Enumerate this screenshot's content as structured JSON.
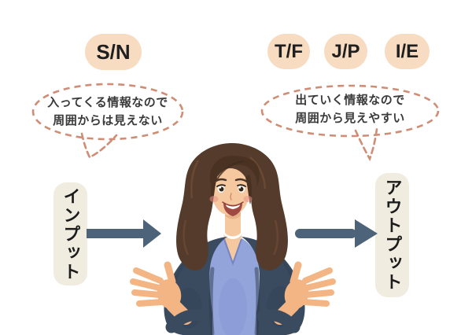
{
  "theme": {
    "background": "#ffffff",
    "badge_bg": "#f8dcc2",
    "badge_text": "#1f1f1f",
    "bubble_border": "#cf8d75",
    "bubble_text": "#3a3a3a",
    "label_bg": "#f0ecdf",
    "label_text": "#1c1c1c",
    "arrow": "#4c6379"
  },
  "badges": {
    "input": [
      {
        "label": "S/N"
      }
    ],
    "output": [
      {
        "label": "T/F"
      },
      {
        "label": "J/P"
      },
      {
        "label": "I/E"
      }
    ]
  },
  "bubbles": {
    "left": {
      "line1": "入ってくる情報なので",
      "line2": "周囲からは見えない"
    },
    "right": {
      "line1": "出ていく情報なので",
      "line2": "周囲から見えやすい"
    }
  },
  "labels": {
    "input": "インプット",
    "output": "アウトプット"
  },
  "illustration": {
    "alt": "smiling woman with shoulder-length brown hair wearing a navy jacket over a periwinkle top, both open hands raised",
    "hair": "#553b2b",
    "hair_dark": "#4a3222",
    "skin": "#f6c8a0",
    "hand_skin": "#f3b583",
    "jacket": "#3a4b60",
    "jacket_dark": "#2d3c50",
    "shirt": "#93a4da",
    "cheek": "#ec9186",
    "lip": "#a04a42"
  }
}
